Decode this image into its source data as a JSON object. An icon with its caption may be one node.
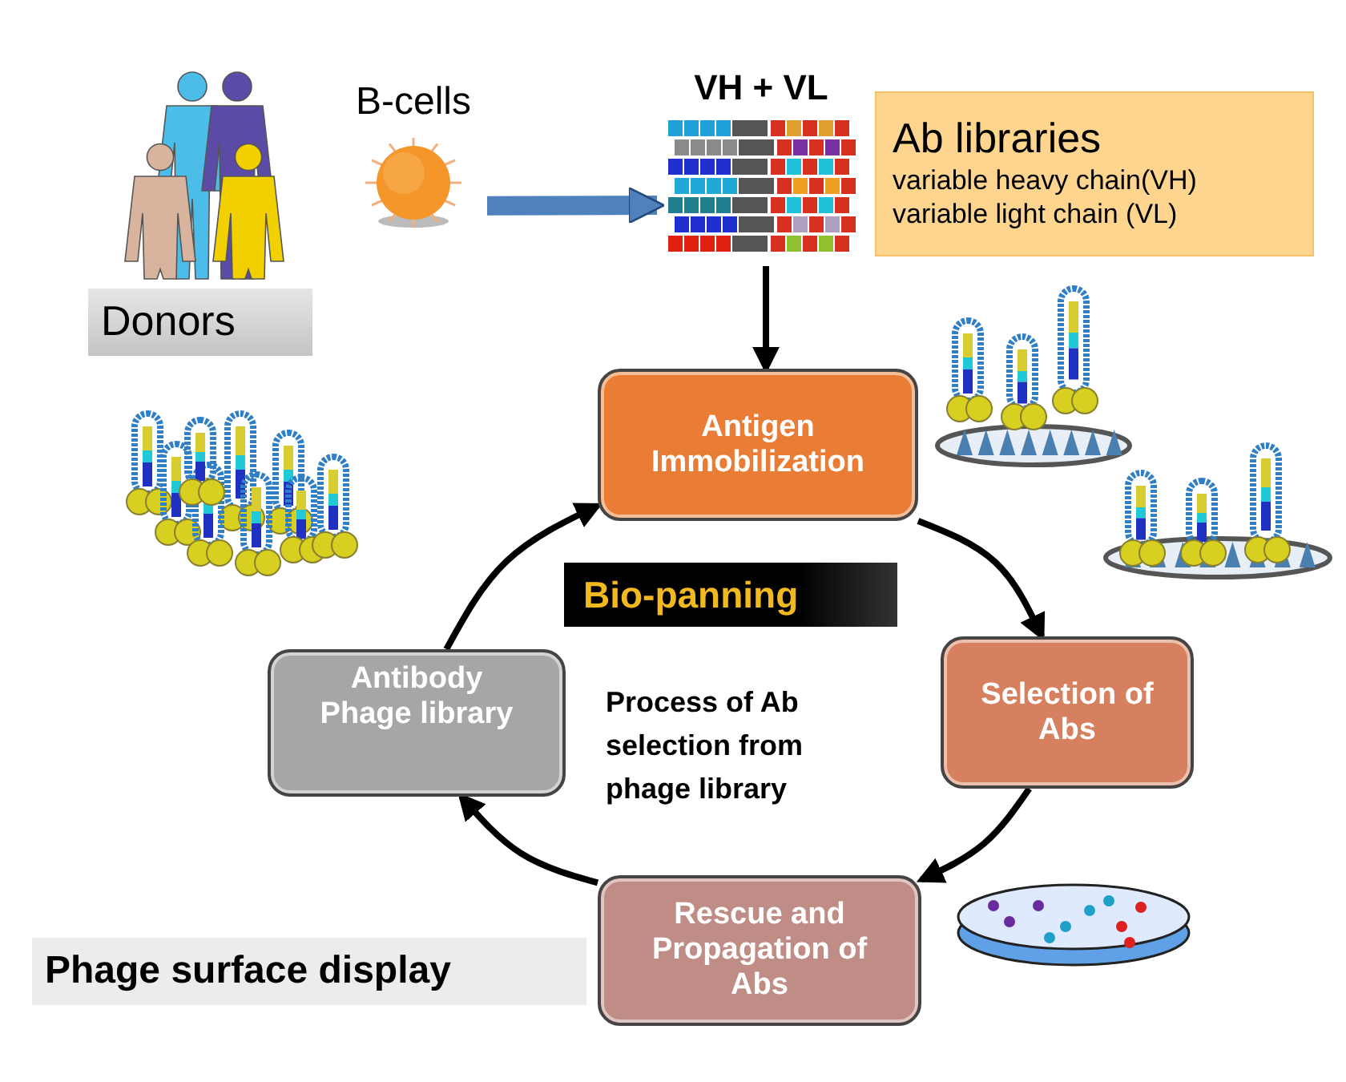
{
  "diagram": {
    "nodes": [
      {
        "text": [
          "Donors"
        ]
      },
      {
        "text": [
          "B-cells"
        ]
      },
      {
        "text": [
          "VH + VL"
        ]
      },
      {
        "text": [
          "Ab libraries",
          "variable heavy chain(VH)",
          "variable light chain (VL)"
        ]
      },
      {
        "text": [
          "Antigen Immobilization"
        ]
      },
      {
        "text": [
          "Selection of Abs"
        ]
      },
      {
        "text": [
          "Rescue and Propagation of Abs"
        ]
      },
      {
        "text": [
          "Antibody Phage library"
        ]
      },
      {
        "text": [
          "Bio-panning"
        ]
      },
      {
        "text": [
          "Phage surface display"
        ]
      }
    ],
    "edges": [
      {
        "from": 1,
        "to": 2,
        "arrow": "to",
        "style": "thick",
        "color": "#4f81bd"
      },
      {
        "from": 2,
        "to": 4,
        "arrow": "to"
      },
      {
        "from": 4,
        "to": 5,
        "arrow": "to"
      },
      {
        "from": 5,
        "to": 6,
        "arrow": "to"
      },
      {
        "from": 6,
        "to": 7,
        "arrow": "to"
      },
      {
        "from": 7,
        "to": 4,
        "arrow": "to"
      }
    ],
    "labels": [
      "Process of Ab selection from phage library"
    ]
  }
}
